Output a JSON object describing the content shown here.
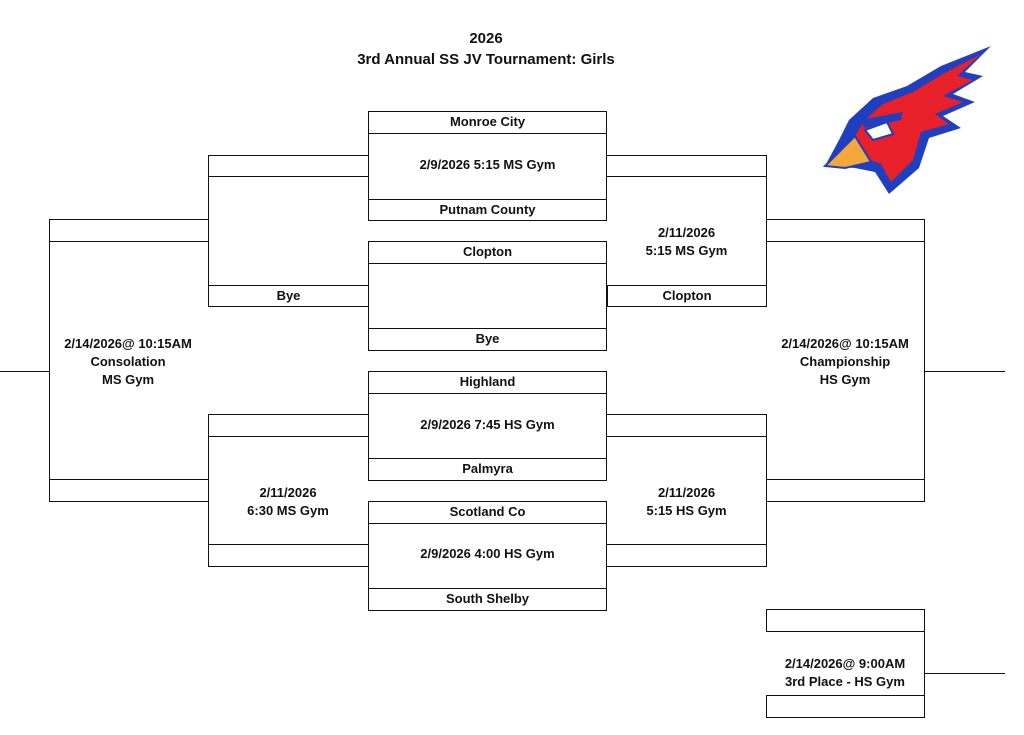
{
  "header": {
    "year": "2026",
    "title": "3rd Annual SS JV Tournament:  Girls"
  },
  "round1": {
    "g1": {
      "top": "Monroe City",
      "info": "2/9/2026  5:15 MS Gym",
      "bottom": "Putnam County"
    },
    "g2": {
      "top": "Clopton",
      "info": "",
      "bottom": "Bye"
    },
    "g3": {
      "top": "Highland",
      "info": "2/9/2026 7:45 HS Gym",
      "bottom": "Palmyra"
    },
    "g4": {
      "top": "Scotland Co",
      "info": "2/9/2026 4:00 HS Gym",
      "bottom": "South Shelby"
    }
  },
  "consolation_side": {
    "bye_slot": "Bye",
    "semi_info": [
      "2/11/2026",
      "6:30 MS Gym"
    ],
    "final_info": [
      "2/14/2026@ 10:15AM",
      "Consolation",
      "MS Gym"
    ]
  },
  "championship_side": {
    "semi_top_info": [
      "2/11/2026",
      "5:15 MS Gym"
    ],
    "semi_top_slot": "Clopton",
    "semi_bottom_info": [
      "2/11/2026",
      "5:15 HS Gym"
    ],
    "final_info": [
      "2/14/2026@ 10:15AM",
      "Championship",
      "HS Gym"
    ]
  },
  "third_place": {
    "info": [
      "2/14/2026@ 9:00AM",
      "3rd Place - HS Gym"
    ]
  },
  "colors": {
    "logo_red": "#e8202a",
    "logo_blue": "#1f3fbf",
    "logo_beak": "#f2a83b"
  },
  "logo_icon": "cardinal-head-icon"
}
